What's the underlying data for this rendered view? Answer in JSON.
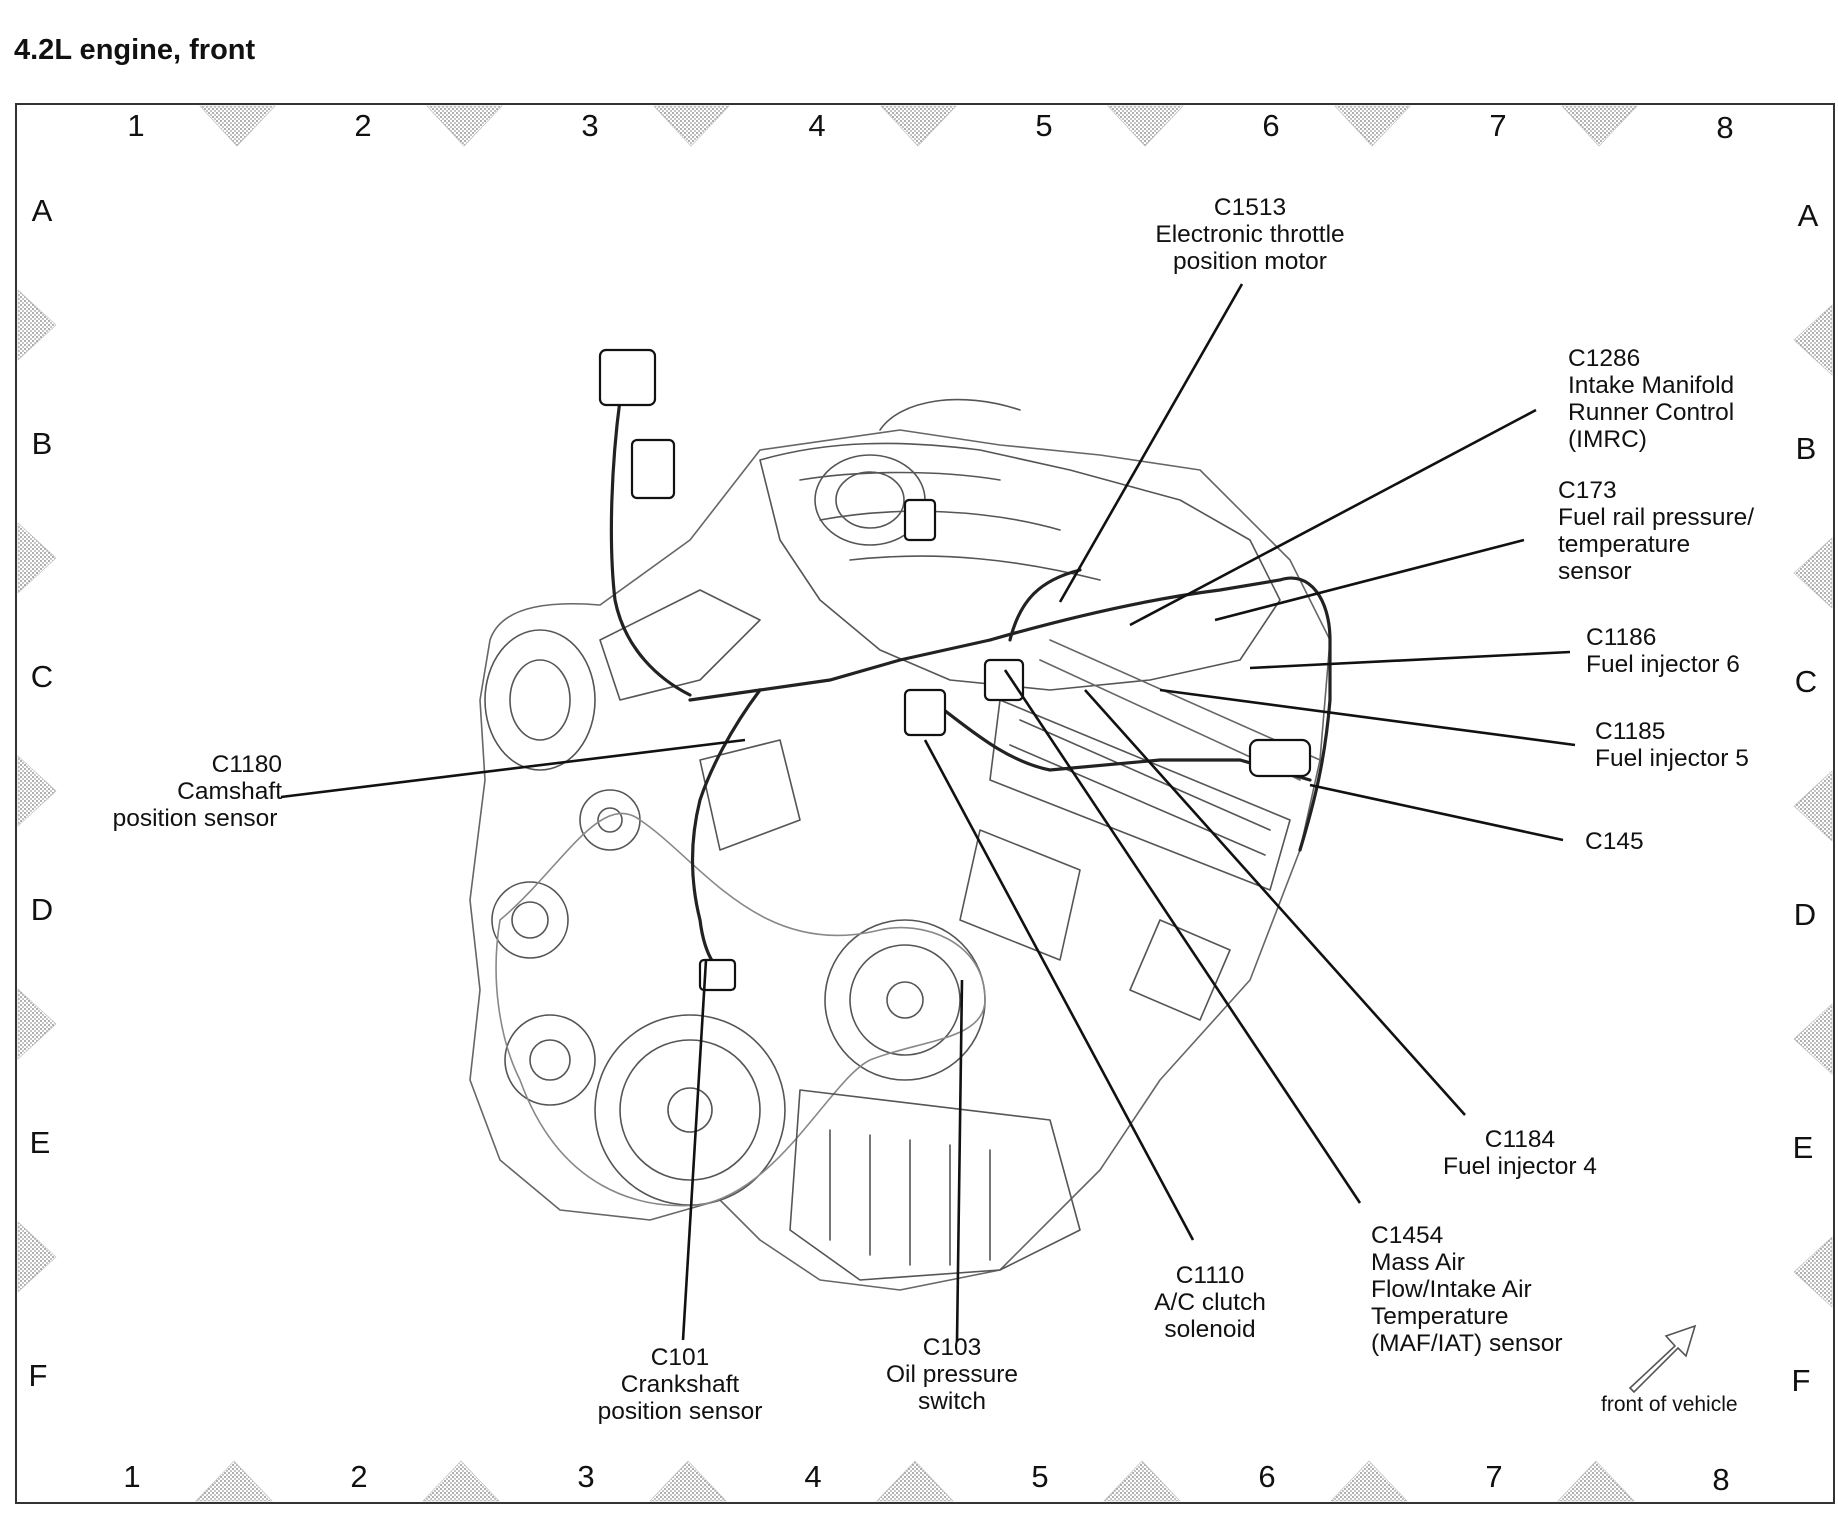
{
  "title": "4.2L engine, front",
  "grid": {
    "columns": [
      "1",
      "2",
      "3",
      "4",
      "5",
      "6",
      "7",
      "8"
    ],
    "rows": [
      "A",
      "B",
      "C",
      "D",
      "E",
      "F"
    ]
  },
  "callouts": [
    {
      "id": "c1513",
      "lines": [
        "C1513",
        "Electronic throttle",
        "position motor"
      ]
    },
    {
      "id": "c1286",
      "lines": [
        "C1286",
        "Intake Manifold",
        "Runner Control",
        "(IMRC)"
      ]
    },
    {
      "id": "c173",
      "lines": [
        "C173",
        "Fuel rail pressure/",
        "temperature",
        "sensor"
      ]
    },
    {
      "id": "c1186",
      "lines": [
        "C1186",
        "Fuel injector 6"
      ]
    },
    {
      "id": "c1185",
      "lines": [
        "C1185",
        "Fuel injector 5"
      ]
    },
    {
      "id": "c145",
      "lines": [
        "C145"
      ]
    },
    {
      "id": "c1180",
      "lines": [
        "C1180",
        "Camshaft",
        "position sensor"
      ]
    },
    {
      "id": "c1184",
      "lines": [
        "C1184",
        "Fuel injector 4"
      ]
    },
    {
      "id": "c1454",
      "lines": [
        "C1454",
        "Mass Air",
        "Flow/Intake Air",
        "Temperature",
        "(MAF/IAT) sensor"
      ]
    },
    {
      "id": "c1110",
      "lines": [
        "C1110",
        "A/C clutch",
        "solenoid"
      ]
    },
    {
      "id": "c103",
      "lines": [
        "C103",
        "Oil pressure",
        "switch"
      ]
    },
    {
      "id": "c101",
      "lines": [
        "C101",
        "Crankshaft",
        "position sensor"
      ]
    }
  ],
  "front_of_vehicle": "front of vehicle"
}
